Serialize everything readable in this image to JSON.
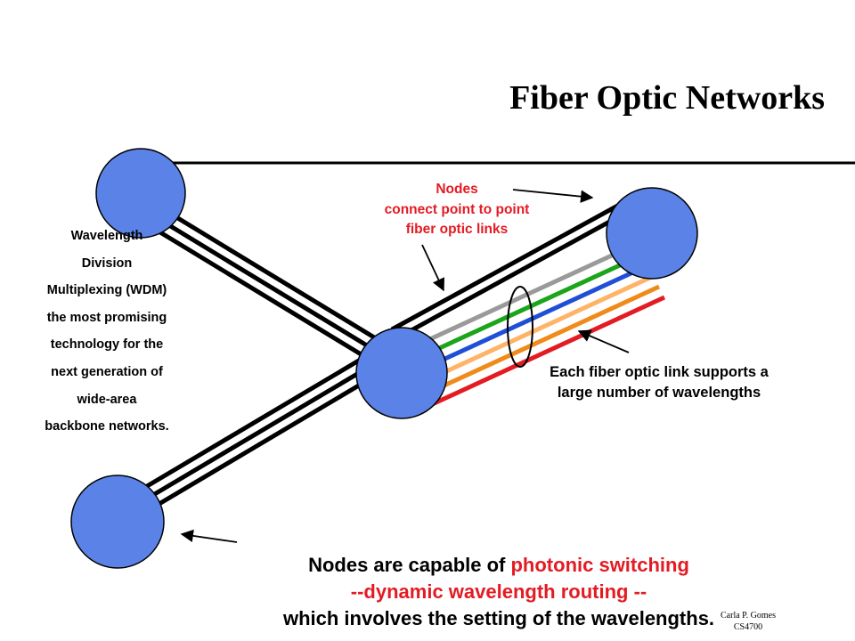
{
  "slide": {
    "title": "Fiber Optic Networks",
    "wdm_text": [
      "Wavelength",
      "Division",
      "Multiplexing (WDM)",
      "the most promising",
      "technology for the",
      "next generation of",
      "wide-area",
      "backbone networks."
    ],
    "nodes_callout": [
      "Nodes",
      "connect point to point",
      "fiber optic links"
    ],
    "fiber_callout": [
      "Each fiber optic  link supports a",
      "large number of wavelengths"
    ],
    "bottom_callout": {
      "line1_prefix": "Nodes are capable of ",
      "line1_highlight": "photonic switching",
      "line2": "--dynamic wavelength routing --",
      "line3": "which involves the setting  of the wavelengths."
    },
    "credit": [
      "Carla P. Gomes",
      "CS4700"
    ]
  },
  "colors": {
    "node_fill": "#5b82e6",
    "highlight_red": "#e31b23",
    "wavelengths": [
      "#9a9a9a",
      "#1aa51a",
      "#1f4fd6",
      "#ffb366",
      "#f08a1a",
      "#e31b23"
    ]
  }
}
